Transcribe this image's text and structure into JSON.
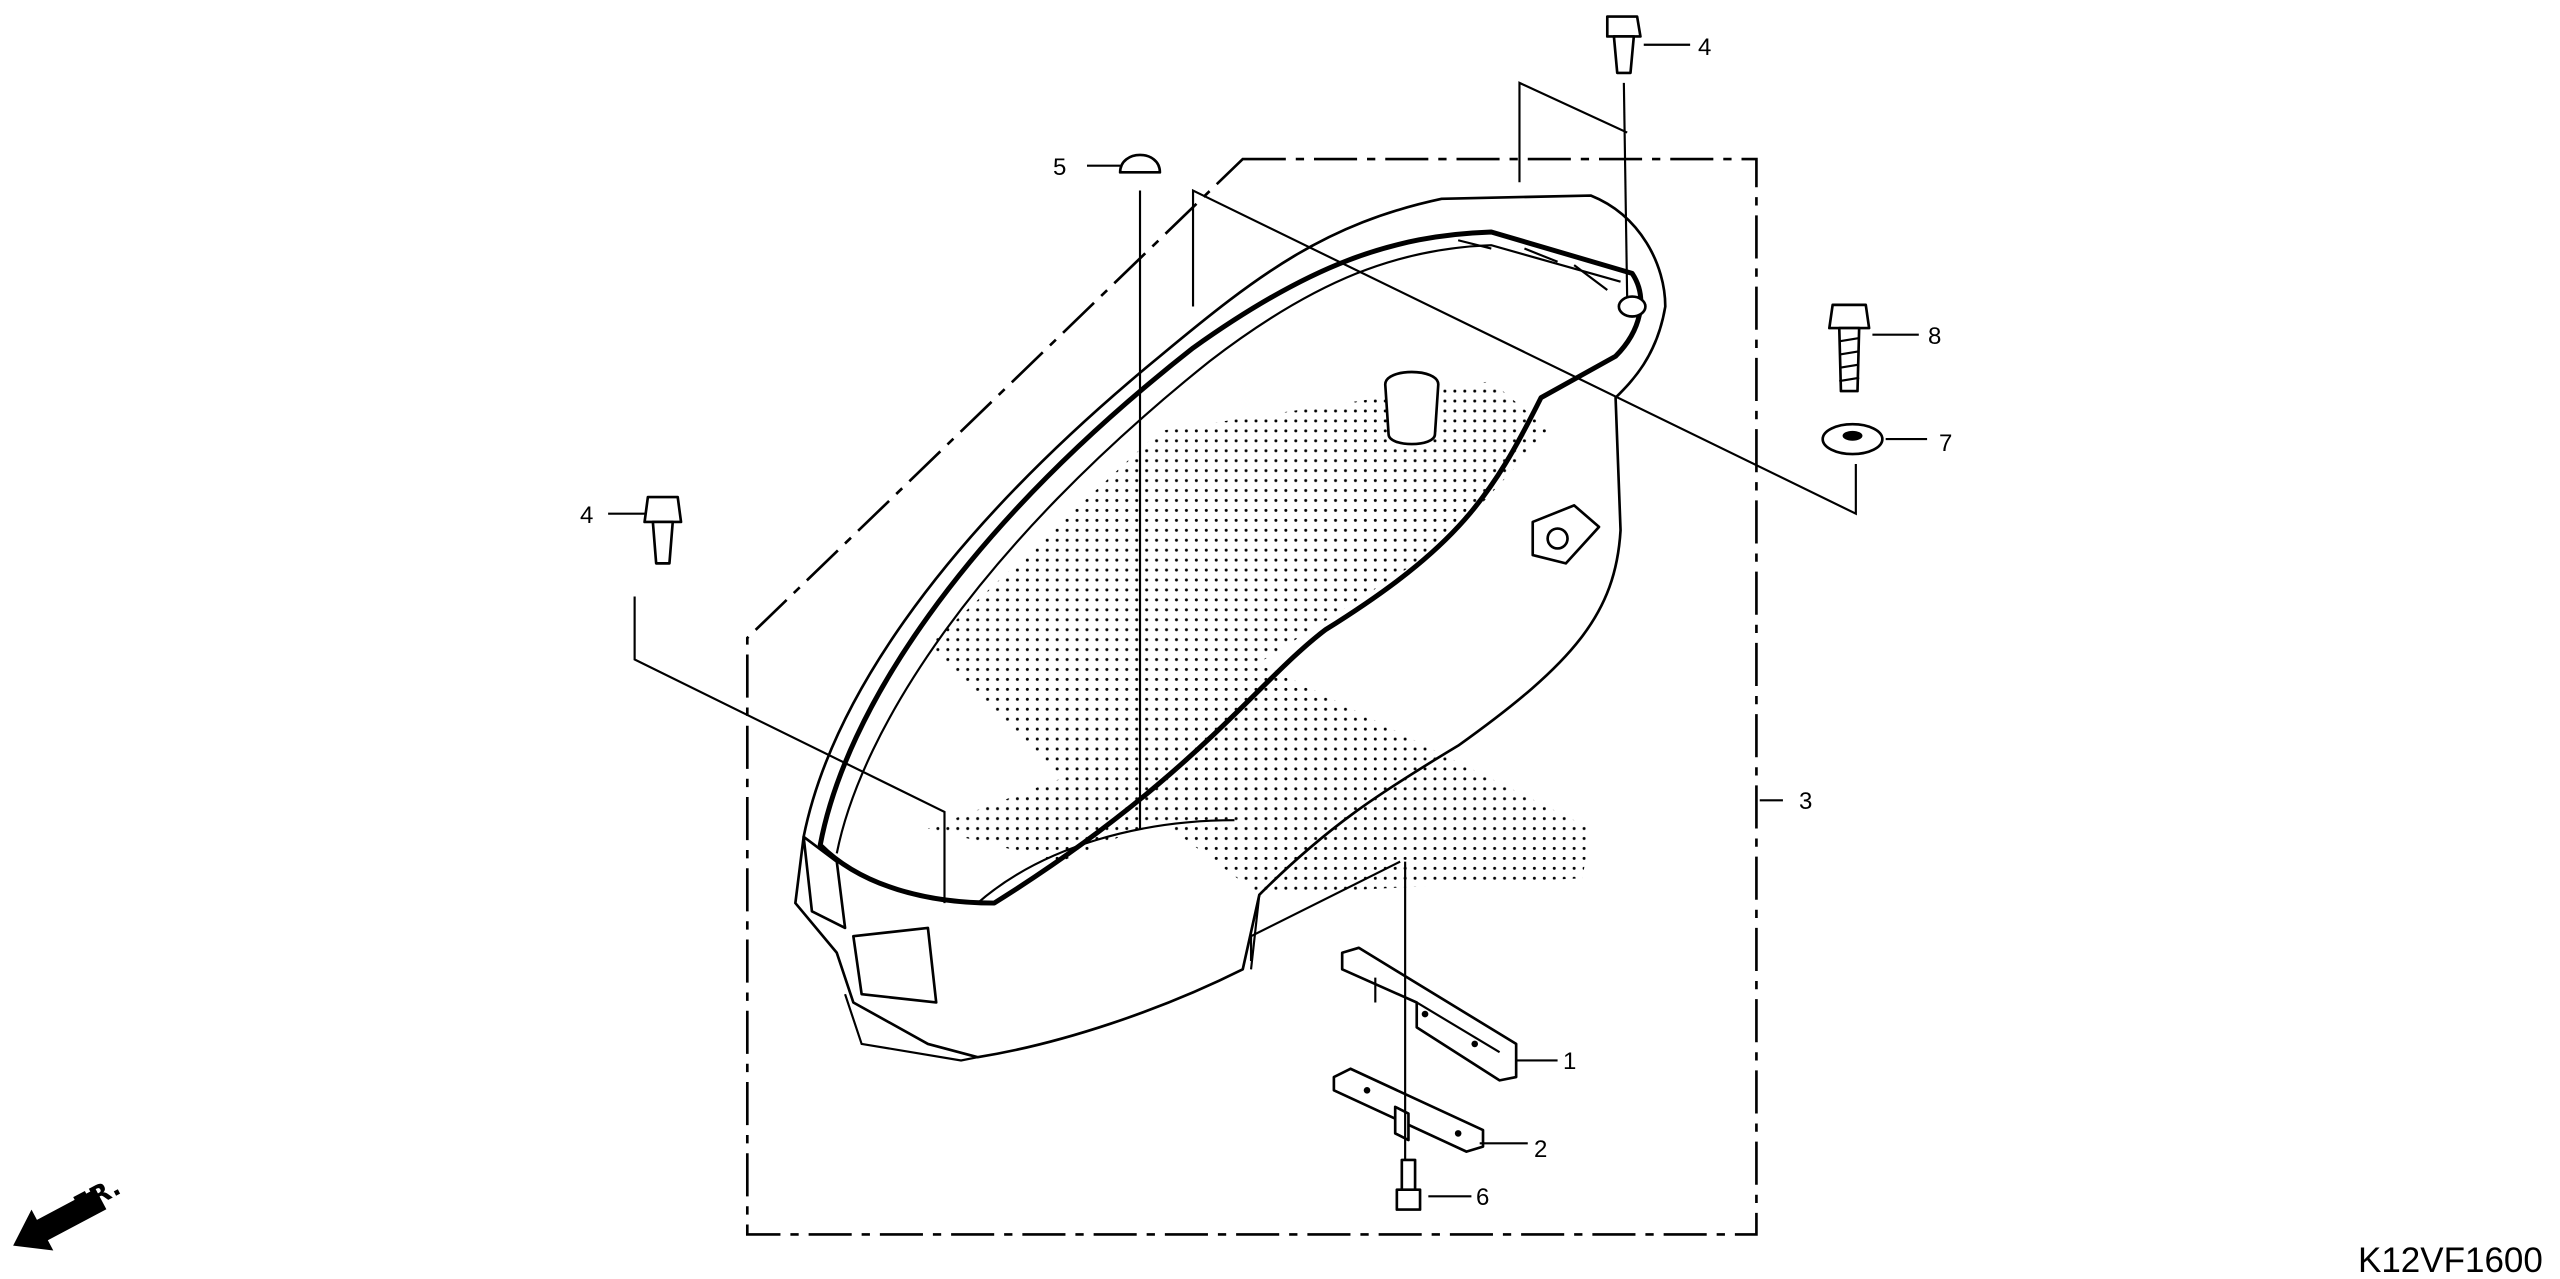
{
  "diagram": {
    "code": "K12VF1600",
    "direction_label": "FR.",
    "colors": {
      "ink": "#000000",
      "background": "#ffffff"
    },
    "callouts": [
      {
        "id": "1",
        "label": "1"
      },
      {
        "id": "2",
        "label": "2"
      },
      {
        "id": "3",
        "label": "3"
      },
      {
        "id": "4a",
        "label": "4"
      },
      {
        "id": "4b",
        "label": "4"
      },
      {
        "id": "5",
        "label": "5"
      },
      {
        "id": "6",
        "label": "6"
      },
      {
        "id": "7",
        "label": "7"
      },
      {
        "id": "8",
        "label": "8"
      }
    ]
  }
}
